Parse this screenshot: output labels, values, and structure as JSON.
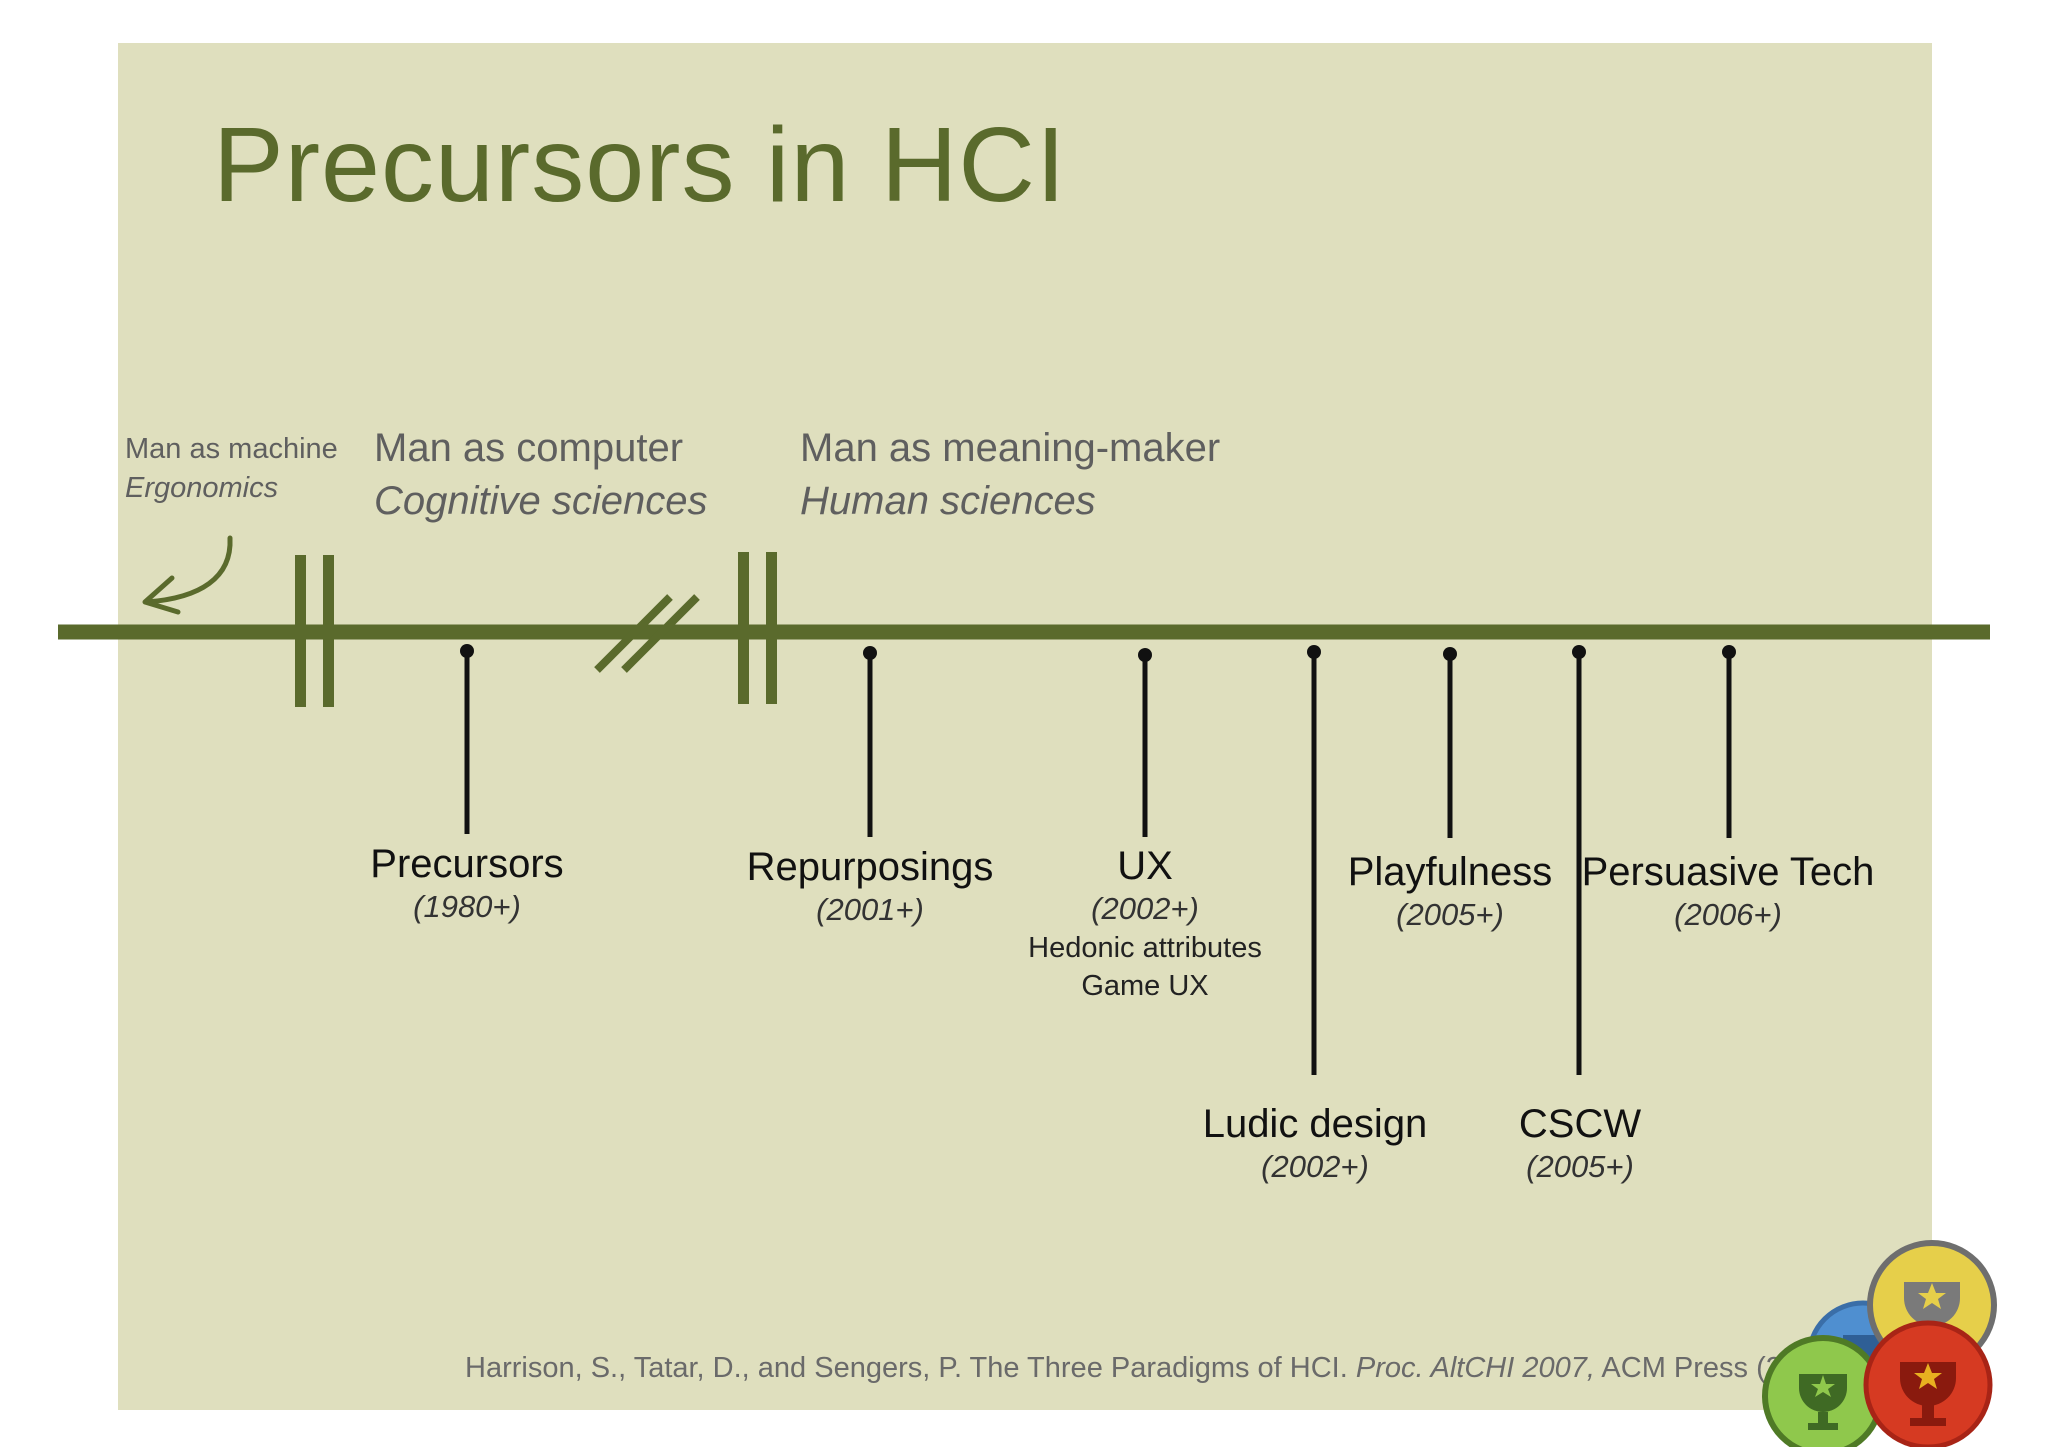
{
  "title": "Precursors in HCI",
  "paradigms": [
    {
      "name": "Man as machine",
      "field": "Ergonomics"
    },
    {
      "name": "Man as computer",
      "field": "Cognitive sciences"
    },
    {
      "name": "Man as meaning-maker",
      "field": "Human sciences"
    }
  ],
  "milestones": [
    {
      "name": "Precursors",
      "year": "(1980+)",
      "notes": []
    },
    {
      "name": "Repurposings",
      "year": "(2001+)",
      "notes": []
    },
    {
      "name": "UX",
      "year": "(2002+)",
      "notes": [
        "Hedonic attributes",
        "Game UX"
      ]
    },
    {
      "name": "Ludic design",
      "year": "(2002+)",
      "notes": []
    },
    {
      "name": "Playfulness",
      "year": "(2005+)",
      "notes": []
    },
    {
      "name": "CSCW",
      "year": "(2005+)",
      "notes": []
    },
    {
      "name": "Persuasive Tech",
      "year": "(2006+)",
      "notes": []
    }
  ],
  "citation": {
    "authors_title": "Harrison, S., Tatar, D., and Sengers, P. The Three Paradigms of HCI.",
    "venue": "Proc. AltCHI 2007,",
    "publisher": "ACM Press (2007)."
  },
  "colors": {
    "background": "#dfdfbe",
    "accent": "#5a6a2c",
    "stem": "#111111",
    "text_muted": "#5f5f5f"
  },
  "icons": [
    "arrow-back-icon",
    "trophy-badge-icon"
  ]
}
